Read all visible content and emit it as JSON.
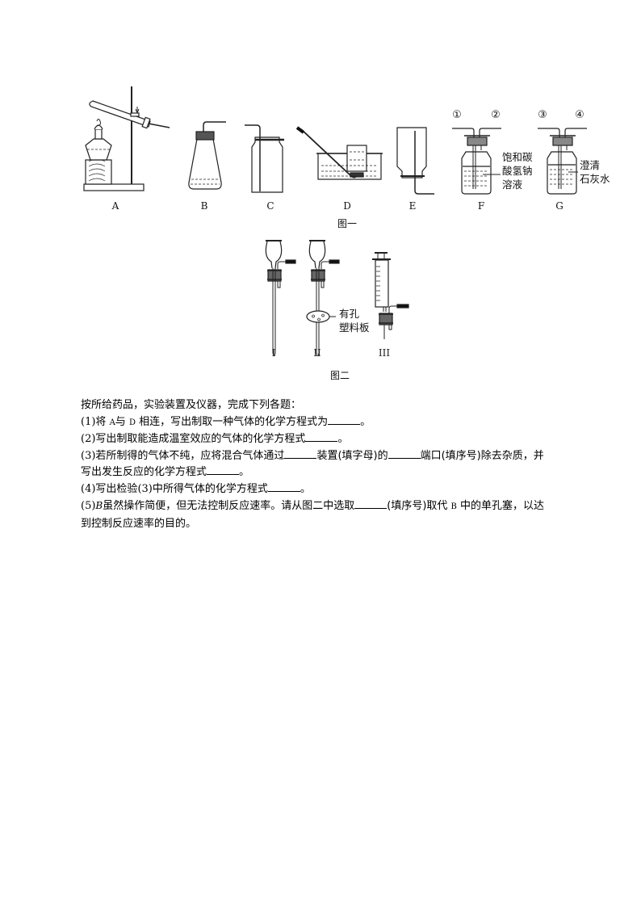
{
  "figure1": {
    "caption": "图一",
    "apparatus": [
      {
        "id": "A",
        "label": "A"
      },
      {
        "id": "B",
        "label": "B"
      },
      {
        "id": "C",
        "label": "C"
      },
      {
        "id": "D",
        "label": "D"
      },
      {
        "id": "E",
        "label": "E"
      },
      {
        "id": "F",
        "label": "F",
        "ports": [
          "①",
          "②"
        ],
        "solution": [
          "饱和碳",
          "酸氢钠",
          "溶液"
        ]
      },
      {
        "id": "G",
        "label": "G",
        "ports": [
          "③",
          "④"
        ],
        "solution": [
          "澄清",
          "石灰水"
        ]
      }
    ]
  },
  "figure2": {
    "caption": "图二",
    "apparatus": [
      {
        "id": "I",
        "label": "I"
      },
      {
        "id": "II",
        "label": "II",
        "note": [
          "有孔",
          "塑料板"
        ]
      },
      {
        "id": "III",
        "label": "III"
      }
    ]
  },
  "questions": {
    "intro": "按所给药品，实验装置及仪器，完成下列各题：",
    "q1": {
      "num": "(1)",
      "p1": "将 ",
      "a": "A",
      "p2": "与 ",
      "d": "D",
      "p3": " 相连，写出制取一种气体的化学方程式为",
      "end": "。"
    },
    "q2": {
      "num": "(2)",
      "text": "写出制取能造成温室效应的气体的化学方程式",
      "end": "。"
    },
    "q3": {
      "num": "(3)",
      "p1": "若所制得的气体不纯，应将混合气体通过",
      "p2": "装置(填字母)的",
      "p3": "端口(填序号)除去杂质，并",
      "line2": "写出发生反应的化学方程式",
      "end": "。"
    },
    "q4": {
      "num": "(4)",
      "p1": "写出检验",
      "ref": "(3)",
      "p2": "中所得气体的化学方程式",
      "end": "。"
    },
    "q5": {
      "num": "(5)",
      "b": "B",
      "p1": "虽然操作简便，但无法控制反应速率。请从图二中选取",
      "p2": "(填序号)取代 ",
      "b2": "B",
      "p3": " 中的单孔塞，以达",
      "line2": "到控制反应速率的目的。"
    }
  }
}
